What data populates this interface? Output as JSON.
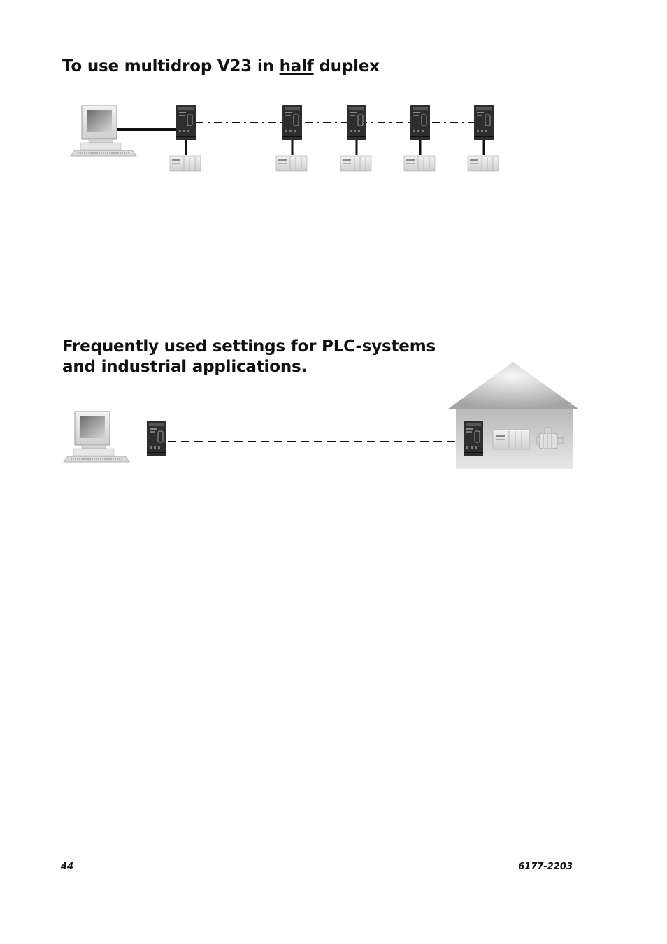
{
  "section1": {
    "title_pre": "To use multidrop V23 in ",
    "title_underlined": "half",
    "title_post": " duplex"
  },
  "section2": {
    "title_line1": "Frequently used settings for PLC-systems",
    "title_line2": "and industrial applications."
  },
  "footer": {
    "page_number": "44",
    "doc_number": "6177-2203"
  },
  "colors": {
    "text": "#111111",
    "modem": "#2e2e2e",
    "house_light": "#f4f4f4",
    "house_dark": "#9a9a9a"
  },
  "icons": [
    "computer-icon",
    "modem-icon",
    "plc-icon",
    "house-icon",
    "motor-icon"
  ]
}
